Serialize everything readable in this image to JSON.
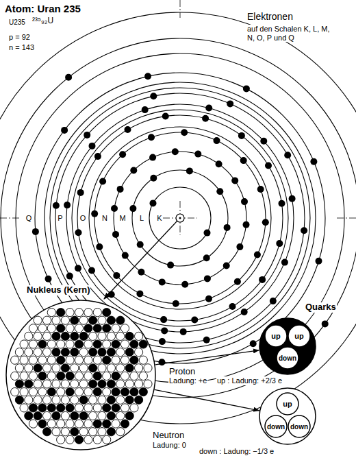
{
  "diagram": {
    "title": "Atom: Uran 235",
    "nodes": [
      {
        "text": [
          "Nukleus (Kern)"
        ]
      },
      {
        "text": [
          "Proton",
          "Ladung: +e"
        ]
      },
      {
        "text": [
          "up"
        ],
        "in": 1
      },
      {
        "text": [
          "up"
        ],
        "in": 1
      },
      {
        "text": [
          "down"
        ],
        "in": 1
      },
      {
        "text": [
          "Neutron",
          "Ladung: 0"
        ]
      },
      {
        "text": [
          "up"
        ],
        "in": 5
      },
      {
        "text": [
          "down"
        ],
        "in": 5
      },
      {
        "text": [
          "down"
        ],
        "in": 5
      }
    ],
    "edges": [
      {
        "from": 0,
        "to": 1,
        "arrow": "to"
      },
      {
        "from": 0,
        "to": 5,
        "arrow": "to"
      }
    ],
    "labels": [
      "U235",
      "²³⁵₉₂U",
      "p = 92",
      "n = 143",
      "Elektronen",
      "auf den Schalen K, L, M, N, O, P und Q",
      "Q",
      "P",
      "O",
      "N",
      "M",
      "L",
      "K",
      "Quarks",
      "up : Ladung: +2/3 e",
      "down : Ladung: −1/3 e"
    ]
  }
}
